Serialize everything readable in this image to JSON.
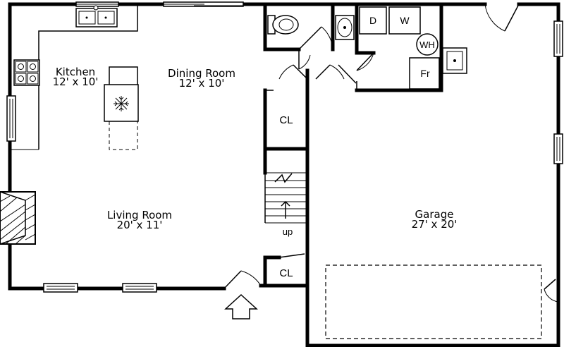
{
  "rooms": {
    "kitchen": {
      "name": "Kitchen",
      "size": "12' x 10'"
    },
    "dining": {
      "name": "Dining Room",
      "size": "12' x 10'"
    },
    "living": {
      "name": "Living Room",
      "size": "20' x 11'"
    },
    "garage": {
      "name": "Garage",
      "size": "27' x 20'"
    }
  },
  "fixtures": {
    "closet_upper": "CL",
    "closet_lower": "CL",
    "dryer": "D",
    "washer": "W",
    "water_heater": "WH",
    "freezer": "Fr",
    "stairs": "up"
  },
  "icons": {
    "entry": "entry-arrow-icon",
    "refrigerator": "snowflake-icon"
  }
}
